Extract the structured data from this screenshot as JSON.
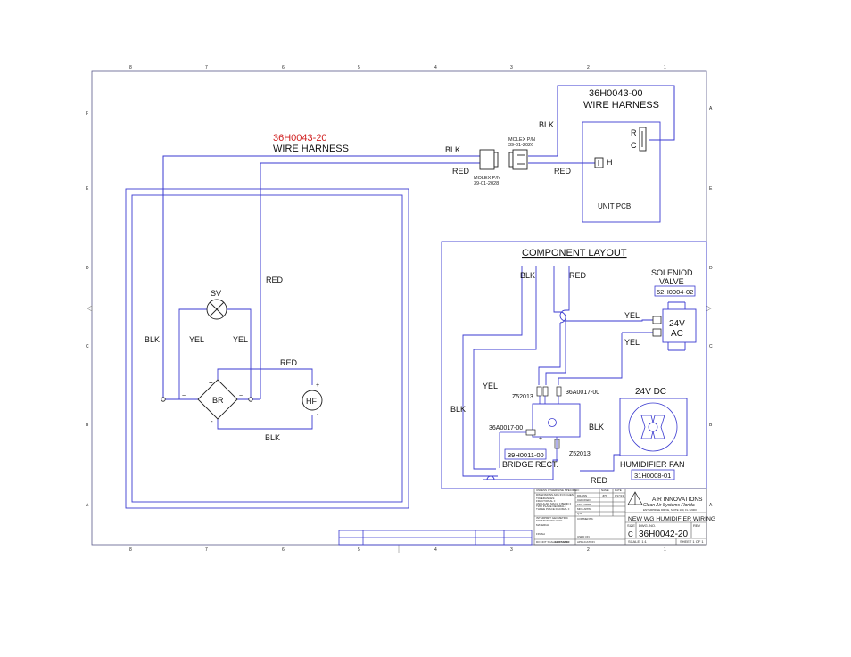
{
  "colors": {
    "wire": "#3a3ad0",
    "frame": "#4a4a7a",
    "text": "#111111",
    "red_text": "#d02020"
  },
  "border": {
    "top_numbers": [
      "8",
      "7",
      "6",
      "5",
      "4",
      "3",
      "2",
      "1"
    ],
    "bottom_numbers": [
      "8",
      "7",
      "6",
      "5",
      "4",
      "3",
      "2",
      "1"
    ],
    "left_letters": [
      "F",
      "E",
      "D",
      "C",
      "B",
      "A"
    ],
    "right_letters": [
      "A",
      "E",
      "D",
      "C",
      "B",
      "A"
    ]
  },
  "harness_main": {
    "part": "36H0043-20",
    "name": "WIRE HARNESS"
  },
  "harness_pcb": {
    "part": "36H0043-00",
    "name": "WIRE HARNESS"
  },
  "molex_top": {
    "label": "MOLEX P/N",
    "number": "39-01-2026"
  },
  "molex_bottom": {
    "label": "MOLEX P/N",
    "number": "39-01-2028"
  },
  "pcb": {
    "label": "UNIT PCB",
    "pin_r": "R",
    "pin_c": "C",
    "pin_h": "H"
  },
  "wires": {
    "blk_top": "BLK",
    "blk_harness": "BLK",
    "red_harness": "RED",
    "red_pcb": "RED",
    "red_sch": "RED",
    "blk_left": "BLK",
    "yel_left": "YEL",
    "yel_right": "YEL",
    "red_mid": "RED",
    "blk_bottom": "BLK"
  },
  "schematic": {
    "sv": "SV",
    "br": "BR",
    "hf": "HF",
    "plus1": "+",
    "minus1": "-",
    "tilde1": "~",
    "tilde2": "~",
    "plus2": "+",
    "minus2": "-"
  },
  "layout": {
    "title": "COMPONENT LAYOUT",
    "blk1": "BLK",
    "red1": "RED",
    "valve_name": "SOLENIOD\nVALVE",
    "valve_line1": "SOLENIOD",
    "valve_line2": "VALVE",
    "valve_part": "52H0004-02",
    "valve_v1": "24V",
    "valve_v2": "AC",
    "yel1": "YEL",
    "yel2": "YEL",
    "yel3": "YEL",
    "blk2": "BLK",
    "blk3": "BLK",
    "z1": "Z52013",
    "z2": "Z52013",
    "c1": "36A0017-00",
    "c2": "36A0017-00",
    "bridge_part": "39H0011-00",
    "bridge_name": "BRIDGE RECT.",
    "fan_v": "24V DC",
    "fan_name": "HUMIDIFIER FAN",
    "fan_part": "31H0008-01",
    "red_bottom": "RED",
    "plus": "+"
  },
  "title_block": {
    "company": "AIR INNOVATIONS",
    "tagline": "Clean Air Systems  Florida",
    "address": "ENTERPRISE DRIVE, SUITE 100, FL 32000",
    "drawing_title": "NEW WG HUMIDIFIER WIRING",
    "size_label": "SIZE",
    "size": "C",
    "dwg_label": "DWG. NO.",
    "dwg_no": "36H0042-20",
    "rev_label": "REV",
    "scale": "SCALE: 1:1",
    "sheet": "SHEET 1 OF 1",
    "small_left": [
      "UNLESS OTHERWISE SPECIFIED:",
      "DIMENSIONS ARE IN INCHES",
      "TOLERANCES:",
      "FRACTIONAL ±",
      "ANGULAR: MACH ± BEND ±",
      "TWO PLACE DECIMAL ±",
      "THREE PLACE DECIMAL ±",
      "INTERPRET GEOMETRIC",
      "TOLERANCING PER:",
      "MATERIAL",
      "FINISH",
      "DO NOT SCALE DRAWING"
    ],
    "small_mid": [
      "NAME",
      "DATE",
      "DRAWN",
      "CHECKED",
      "ENG APPR.",
      "MFG APPR.",
      "Q.A.",
      "COMMENTS:"
    ],
    "small_vals": [
      "JPS",
      "1/17/13"
    ],
    "next_assy": "NEXT ASSY",
    "used_on": "USED ON",
    "application": "APPLICATION"
  }
}
